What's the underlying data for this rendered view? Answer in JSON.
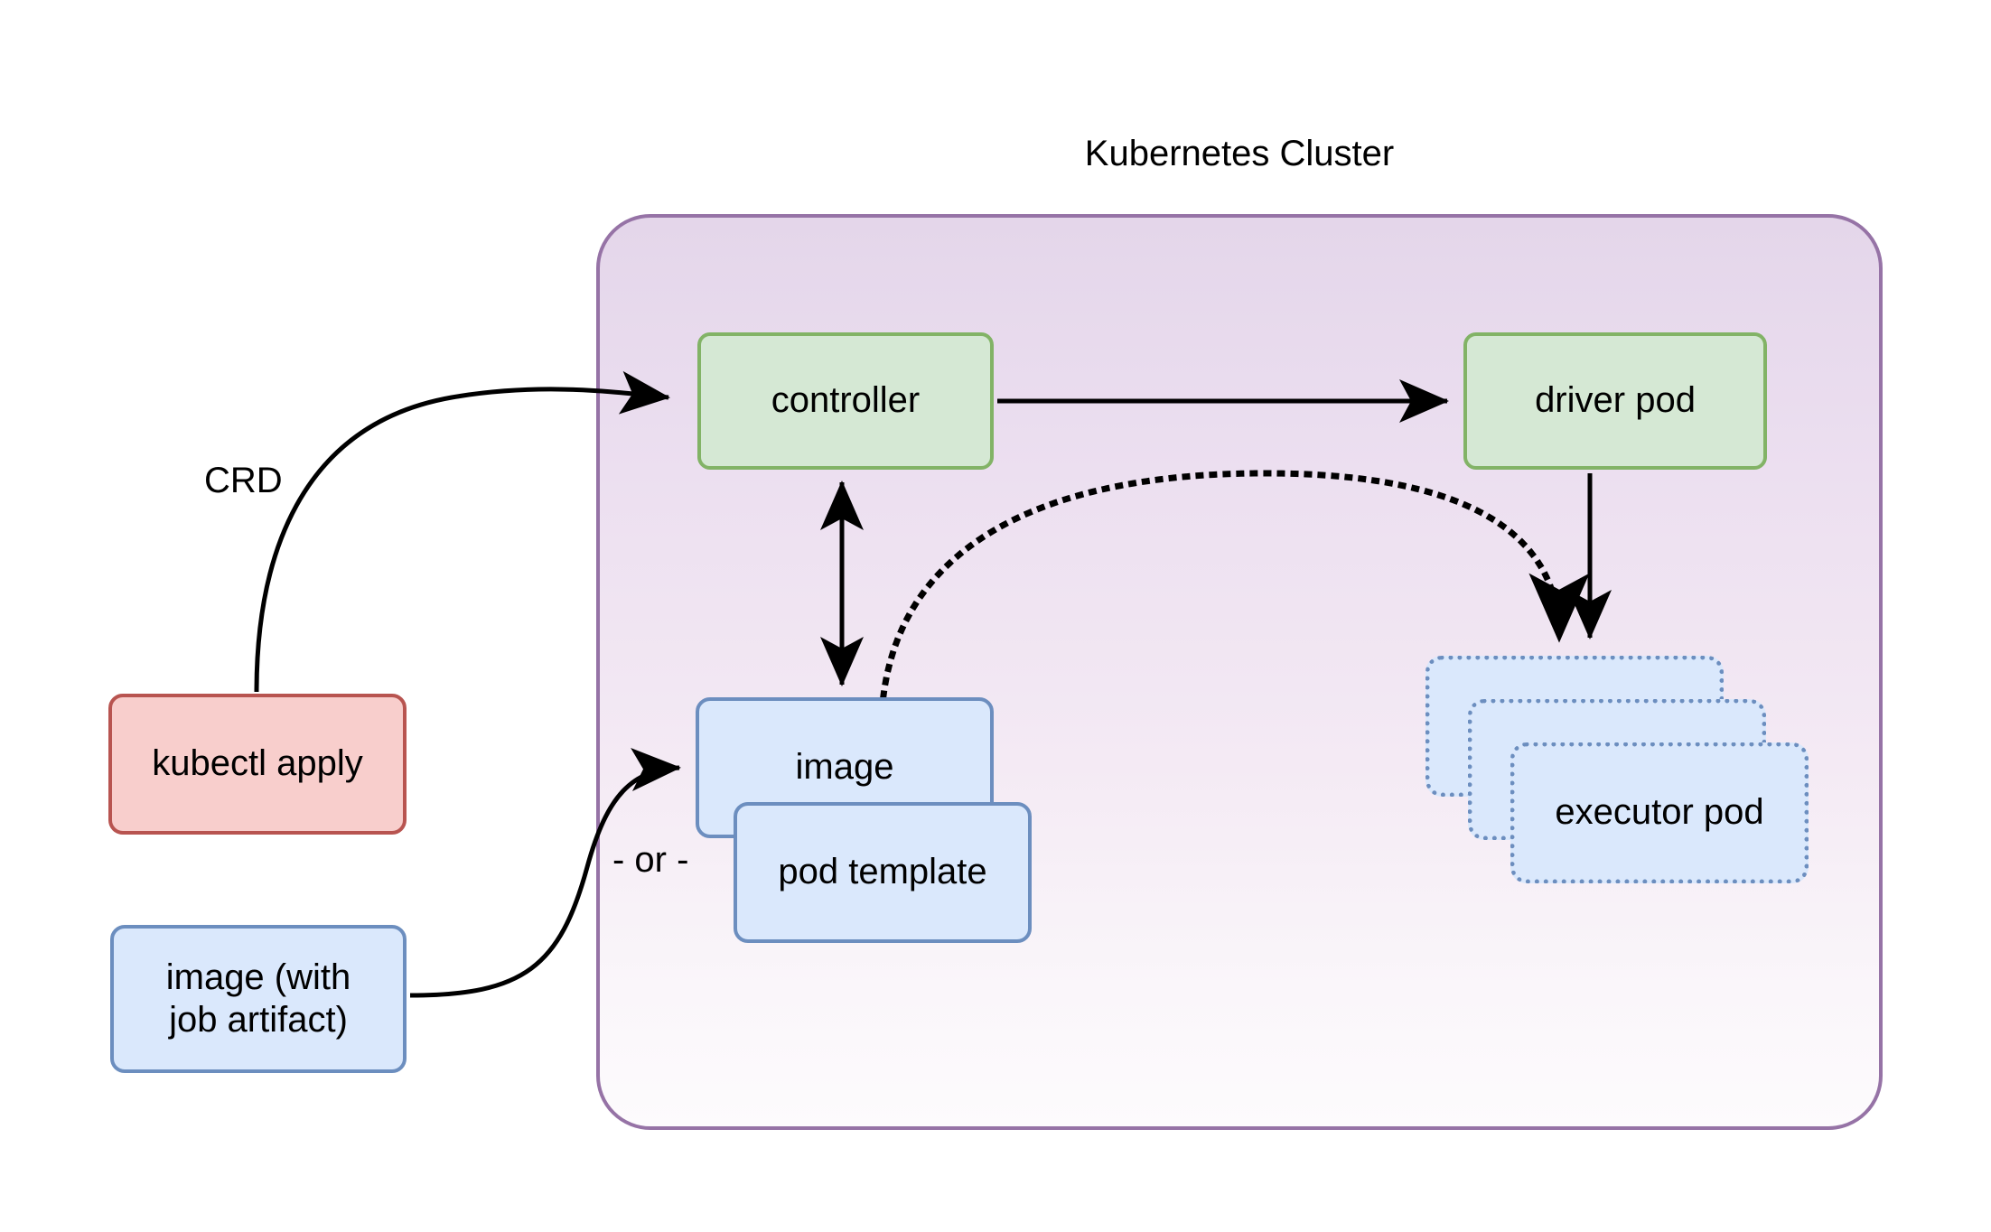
{
  "cluster": {
    "title": "Kubernetes Cluster",
    "border_color": "#9673a6",
    "fill_from": "#e4d6ea",
    "fill_to": "#fdfbfd"
  },
  "nodes": {
    "controller": {
      "label": "controller",
      "fill": "#d5e8d4",
      "stroke": "#82b366",
      "shape": "rounded-rect"
    },
    "driver_pod": {
      "label": "driver pod",
      "fill": "#d5e8d4",
      "stroke": "#82b366",
      "shape": "rounded-rect"
    },
    "kubectl_apply": {
      "label": "kubectl apply",
      "fill": "#f8cecc",
      "stroke": "#b85450",
      "shape": "rounded-rect"
    },
    "image_job": {
      "label": "image (with\njob artifact)",
      "fill": "#dae8fc",
      "stroke": "#6c8ebf",
      "shape": "rounded-rect"
    },
    "image": {
      "label": "image",
      "fill": "#dae8fc",
      "stroke": "#6c8ebf",
      "shape": "rounded-rect"
    },
    "pod_template": {
      "label": "pod template",
      "fill": "#dae8fc",
      "stroke": "#6c8ebf",
      "shape": "rounded-rect"
    },
    "executor_pod_back": {
      "label": "executor pod",
      "fill": "#dae8fc",
      "stroke": "#6c8ebf",
      "shape": "rounded-rect-dotted"
    },
    "executor_pod_middle": {
      "label": "executor pod",
      "fill": "#dae8fc",
      "stroke": "#6c8ebf",
      "shape": "rounded-rect-dotted"
    },
    "executor_pod_front": {
      "label": "executor pod",
      "fill": "#dae8fc",
      "stroke": "#6c8ebf",
      "shape": "rounded-rect-dotted"
    }
  },
  "edge_labels": {
    "crd": "CRD",
    "or": "- or -"
  },
  "edges": [
    {
      "from": "kubectl_apply",
      "to": "controller",
      "style": "solid-curved",
      "arrow": "end",
      "label": "CRD"
    },
    {
      "from": "controller",
      "to": "driver_pod",
      "style": "solid-straight",
      "arrow": "end",
      "label": ""
    },
    {
      "from": "controller",
      "to": "image",
      "style": "solid-straight",
      "arrow": "both",
      "label": ""
    },
    {
      "from": "image_job",
      "to": "image",
      "style": "solid-curved",
      "arrow": "end",
      "label": ""
    },
    {
      "from": "image",
      "to": "executor_pod_back",
      "style": "dotted-curved",
      "arrow": "end",
      "label": ""
    },
    {
      "from": "driver_pod",
      "to": "executor_pod_back",
      "style": "solid-straight",
      "arrow": "end",
      "label": ""
    }
  ]
}
